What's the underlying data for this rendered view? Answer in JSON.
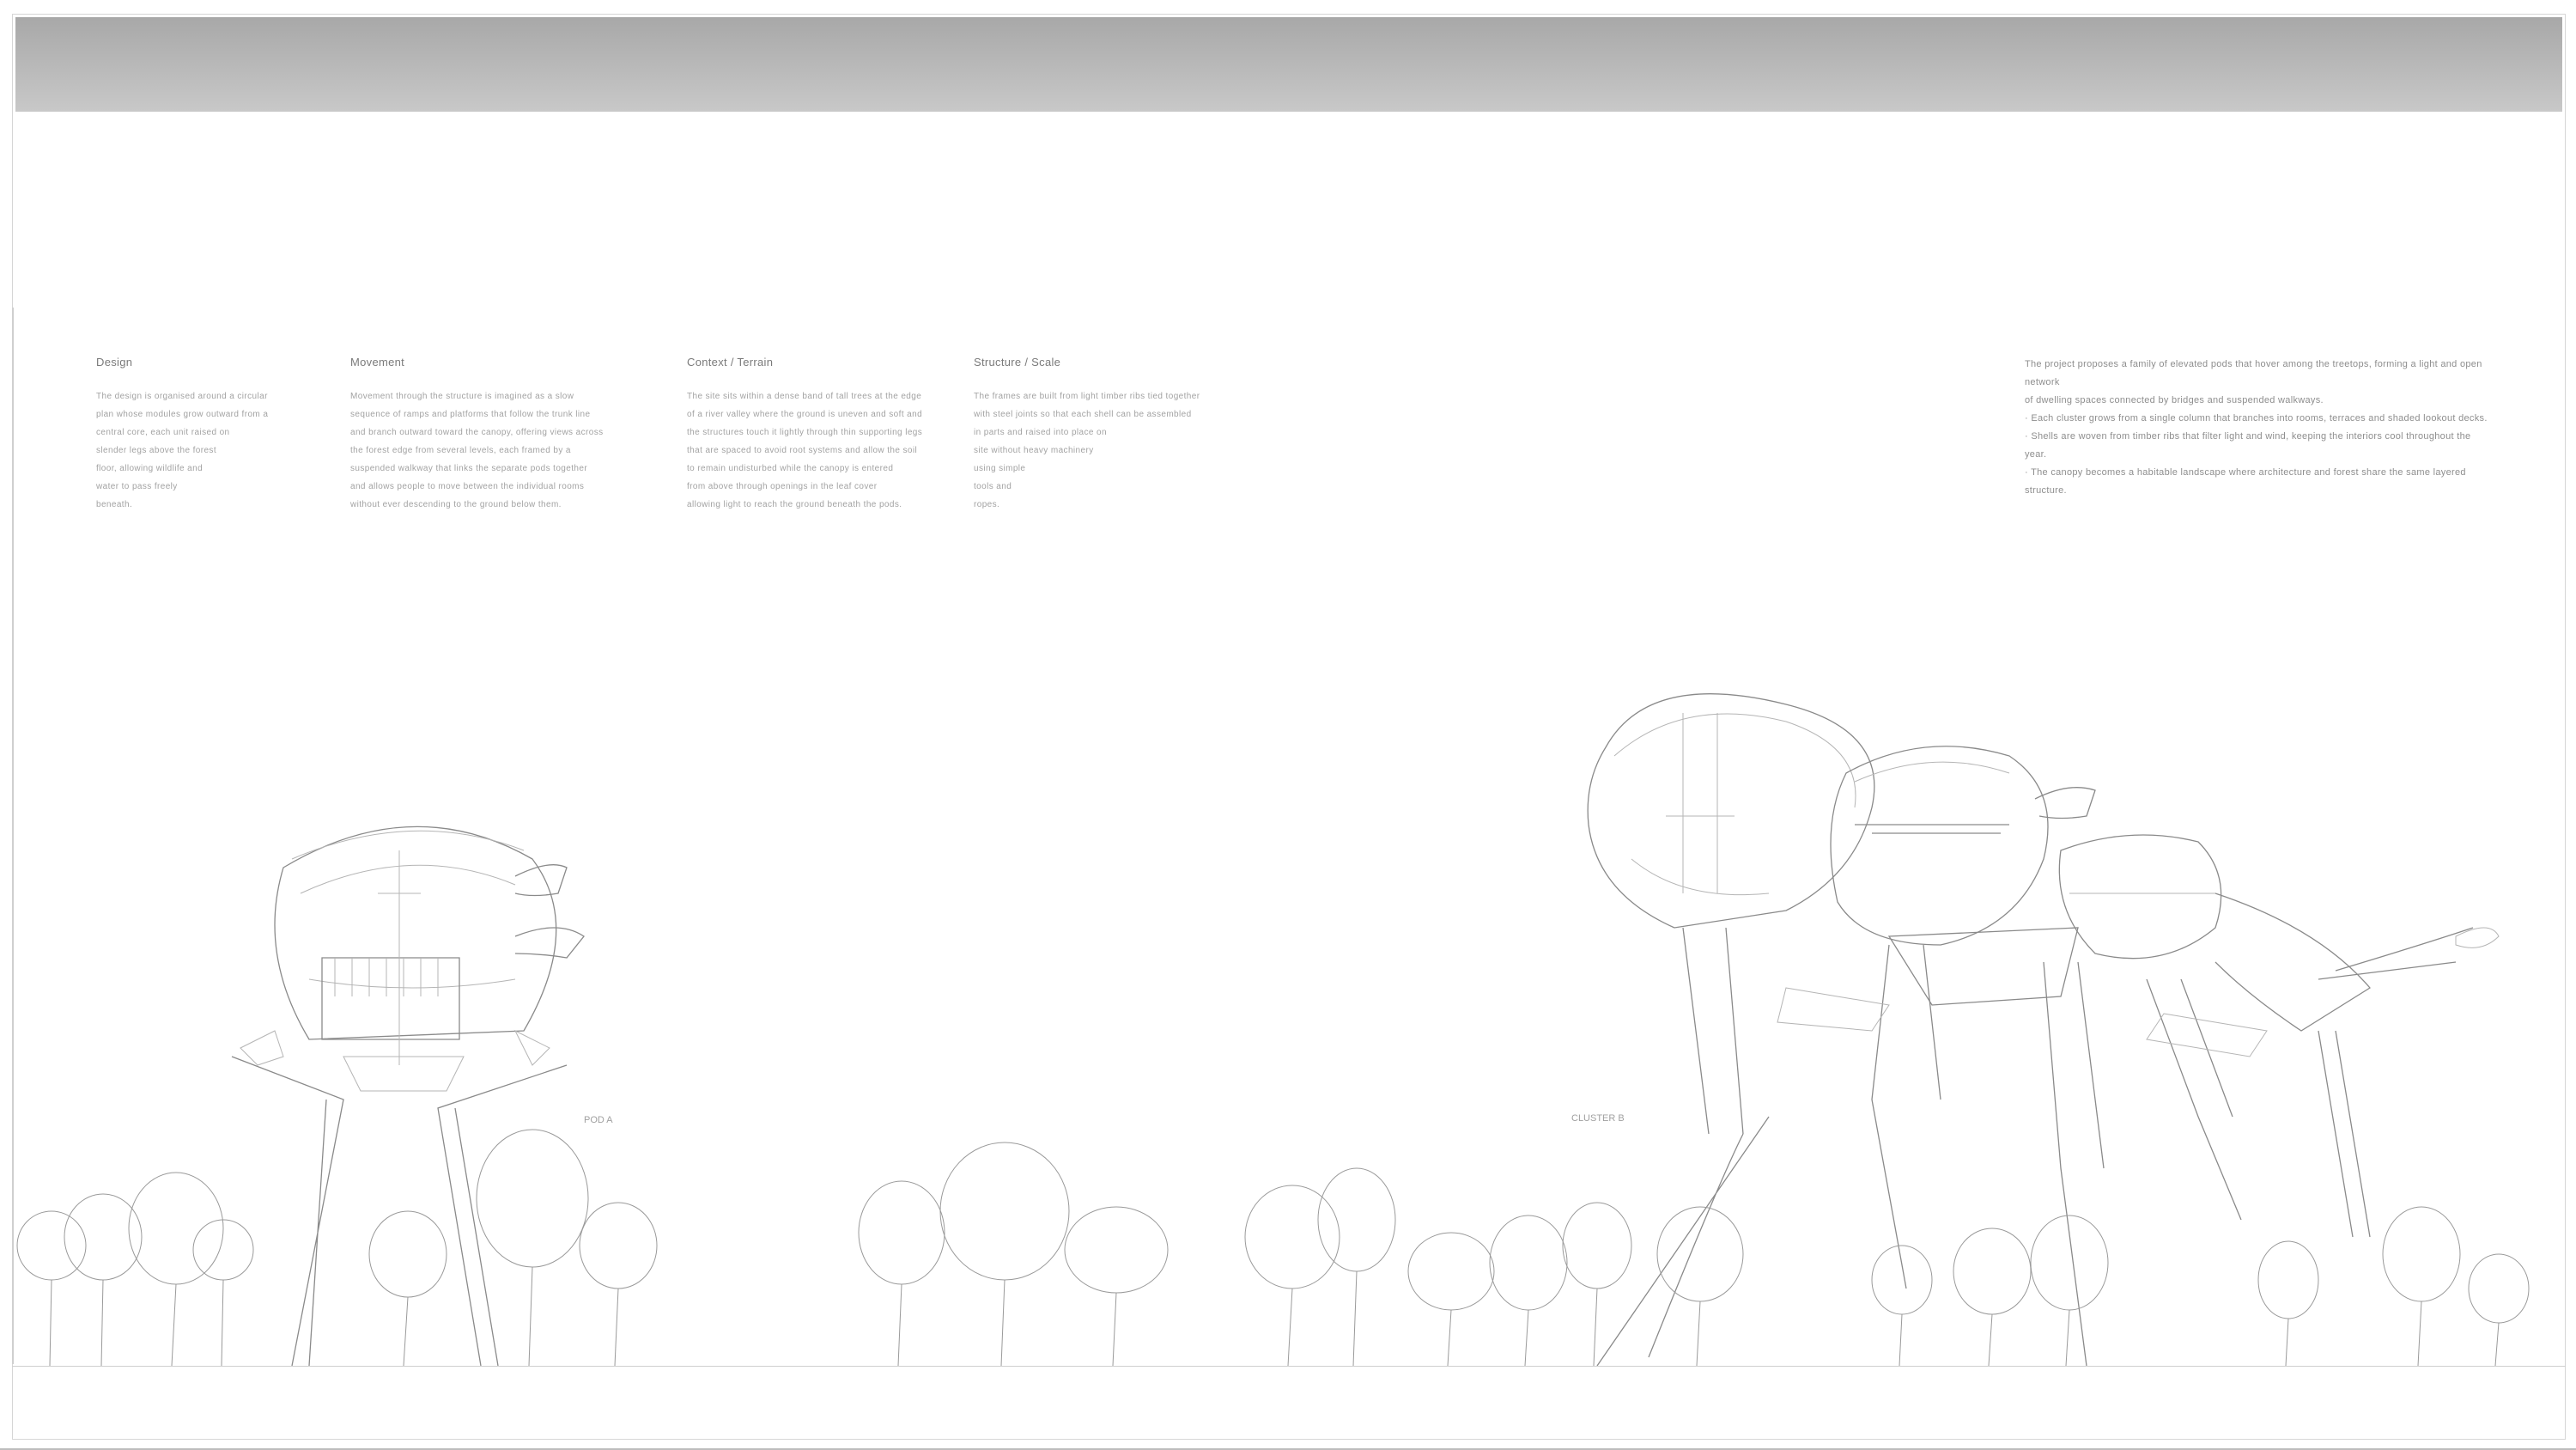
{
  "columns": [
    {
      "heading": "Design",
      "text": "The design is organised around a circular\nplan whose modules grow outward from a\ncentral core, each unit raised on\nslender legs above the forest\nfloor, allowing wildlife and\nwater to pass freely\nbeneath."
    },
    {
      "heading": "Movement",
      "text": "Movement through the structure is imagined as a slow\nsequence of ramps and platforms that follow the trunk line\nand branch outward toward the canopy, offering views across\nthe forest edge from several levels, each framed by a\nsuspended walkway that links the separate pods together\nand allows people to move between the individual rooms\nwithout ever descending to the ground below them."
    },
    {
      "heading": "Context / Terrain",
      "text": "The site sits within a dense band of tall trees at the edge\nof a river valley where the ground is uneven and soft and\nthe structures touch it lightly through thin supporting legs\nthat are spaced to avoid root systems and allow the soil\nto remain undisturbed while the canopy is entered\nfrom above through openings in the leaf cover\nallowing light to reach the ground beneath the pods."
    },
    {
      "heading": "Structure / Scale",
      "text": "The frames are built from light timber ribs tied together\nwith steel joints so that each shell can be assembled\nin parts and raised into place on\nsite without heavy machinery\nusing simple\ntools and\nropes."
    }
  ],
  "intro": "The project proposes a family of elevated pods that hover among the treetops, forming a light and open network\nof dwelling spaces connected by bridges and suspended walkways.\n  · Each cluster grows from a single column that branches into rooms, terraces and shaded lookout decks.\n  · Shells are woven from timber ribs that filter light and wind, keeping the interiors cool throughout the year.\n  · The canopy becomes a habitable landscape where architecture and forest share the same layered structure.",
  "labels": {
    "small_pod": "POD A",
    "cluster": "CLUSTER B"
  }
}
